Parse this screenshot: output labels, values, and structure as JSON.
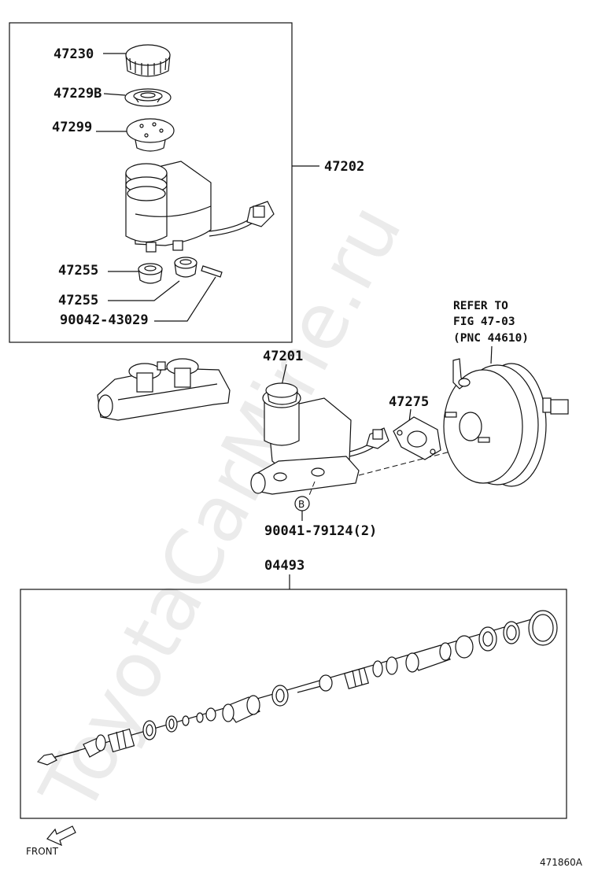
{
  "callouts": {
    "cap": "47230",
    "strainer": "47229B",
    "cap_seal": "47299",
    "reservoir_sub_assy": "47202",
    "grommet_1": "47255",
    "grommet_2": "47255",
    "pin": "90042-43029",
    "master_cylinder": "47201",
    "gasket": "47275",
    "nut": "90041-79124(2)",
    "kit": "04493"
  },
  "reference_note": {
    "line1": "REFER TO",
    "line2": "FIG 47-03",
    "line3": "(PNC 44610)"
  },
  "bolt_marker": "B",
  "front_label": "FRONT",
  "figure_code": "471860A",
  "watermark": "ToyotaCarMine.ru"
}
